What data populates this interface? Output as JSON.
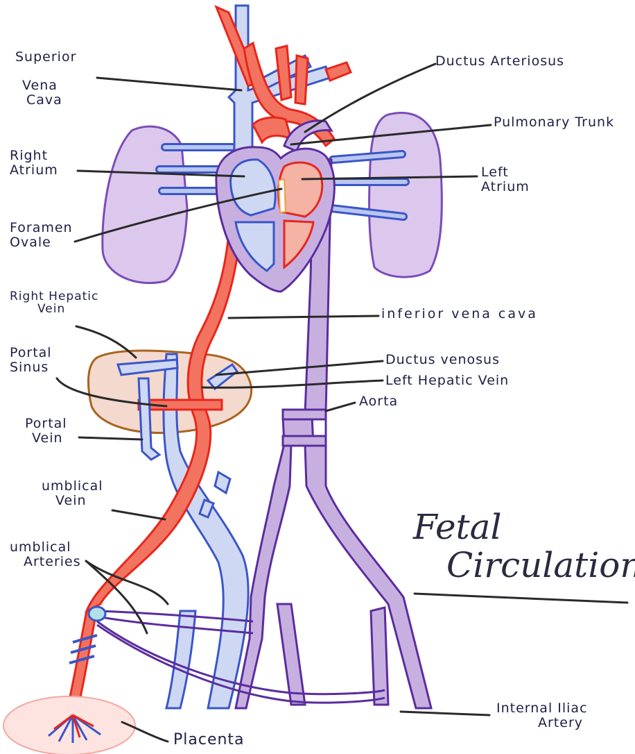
{
  "title": {
    "line1": "Fetal",
    "line2": "Circulation"
  },
  "labels": {
    "svc": [
      "Superior",
      "Vena",
      "Cava"
    ],
    "ductus_arteriosus": "Ductus Arteriosus",
    "pulmonary_trunk": "Pulmonary Trunk",
    "right_atrium": [
      "Right",
      "Atrium"
    ],
    "left_atrium": [
      "Left",
      "Atrium"
    ],
    "foramen_ovale": [
      "Foramen",
      "Ovale"
    ],
    "right_hepatic_vein": [
      "Right Hepatic",
      "Vein"
    ],
    "ivc": "inferior vena cava",
    "portal_sinus": [
      "Portal",
      "Sinus"
    ],
    "ductus_venosus": "Ductus venosus",
    "left_hepatic_vein": "Left Hepatic Vein",
    "aorta": "Aorta",
    "portal_vein": [
      "Portal",
      "Vein"
    ],
    "umbilical_vein": [
      "umblical",
      "Vein"
    ],
    "umbilical_arteries": [
      "umblical",
      "Arteries"
    ],
    "internal_iliac": [
      "Internal Iliac",
      "Artery"
    ],
    "placenta": "Placenta"
  },
  "colors": {
    "oxygenated": "#f2735f",
    "oxygenated_outline": "#e8261c",
    "deoxygenated": "#cfd8f3",
    "deoxygenated_outline": "#3a56c8",
    "mixed": "#c7b0e0",
    "mixed_outline": "#5a2d9e",
    "organ_fill": "#dcc8ec",
    "liver_fill": "#f4d9cf",
    "liver_outline": "#a8641e",
    "leader": "#2a2a2a"
  }
}
